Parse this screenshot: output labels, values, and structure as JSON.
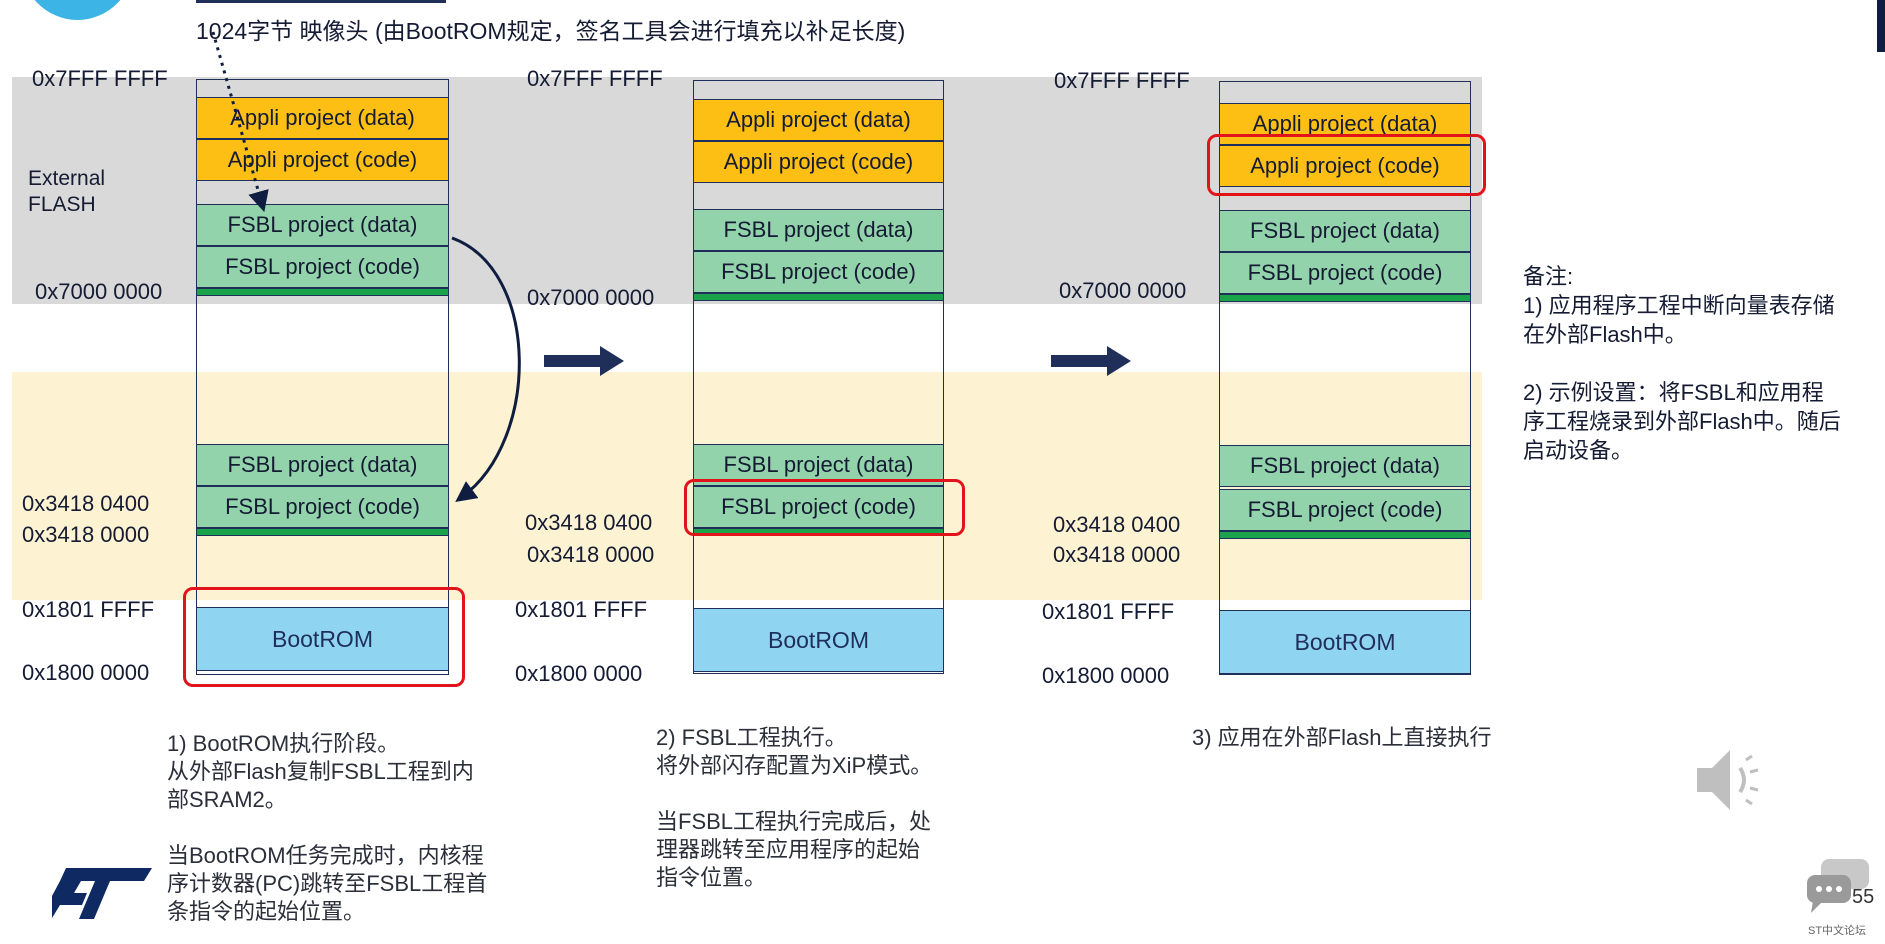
{
  "header": {
    "title": "1024字节 映像头 (由BootROM规定，签名工具会进行填充以补足长度)"
  },
  "region_labels": {
    "external_flash": "External\nFLASH"
  },
  "columns": [
    {
      "addresses": {
        "top": "0x7FFF FFFF",
        "ext_base": "0x7000 0000",
        "ram_400": "0x3418 0400",
        "ram_000": "0x3418 0000",
        "rom_top": "0x1801 FFFF",
        "rom_base": "0x1800 0000"
      },
      "blocks": {
        "appli_data": "Appli project (data)",
        "appli_code": "Appli project (code)",
        "fsbl_data_ext": "FSBL project (data)",
        "fsbl_code_ext": "FSBL project (code)",
        "fsbl_data_ram": "FSBL project (data)",
        "fsbl_code_ram": "FSBL project (code)",
        "bootrom": "BootROM"
      },
      "caption": "1)  BootROM执行阶段。\n      从外部Flash复制FSBL工程到内\n      部SRAM2。\n\n      当BootROM任务完成时，内核程\n      序计数器(PC)跳转至FSBL工程首\n      条指令的起始位置。"
    },
    {
      "addresses": {
        "top": "0x7FFF FFFF",
        "ext_base": "0x7000 0000",
        "ram_400": "0x3418 0400",
        "ram_000": "0x3418 0000",
        "rom_top": "0x1801 FFFF",
        "rom_base": "0x1800 0000"
      },
      "blocks": {
        "appli_data": "Appli project (data)",
        "appli_code": "Appli project (code)",
        "fsbl_data_ext": "FSBL project (data)",
        "fsbl_code_ext": "FSBL project (code)",
        "fsbl_data_ram": "FSBL project (data)",
        "fsbl_code_ram": "FSBL project (code)",
        "bootrom": "BootROM"
      },
      "caption": "2) FSBL工程执行。\n    将外部闪存配置为XiP模式。\n\n    当FSBL工程执行完成后，处\n    理器跳转至应用程序的起始\n    指令位置。"
    },
    {
      "addresses": {
        "top": "0x7FFF FFFF",
        "ext_base": "0x7000 0000",
        "ram_400": "0x3418 0400",
        "ram_000": "0x3418 0000",
        "rom_top": "0x1801 FFFF",
        "rom_base": "0x1800 0000"
      },
      "blocks": {
        "appli_data": "Appli project (data)",
        "appli_code": "Appli project (code)",
        "fsbl_data_ext": "FSBL project (data)",
        "fsbl_code_ext": "FSBL project (code)",
        "fsbl_data_ram": "FSBL project (data)",
        "fsbl_code_ram": "FSBL project (code)",
        "bootrom": "BootROM"
      },
      "caption": "3) 应用在外部Flash上直接执行"
    }
  ],
  "notes": "备注:\n1) 应用程序工程中断向量表存储\n在外部Flash中。\n\n2) 示例设置：将FSBL和应用程\n序工程烧录到外部Flash中。随后\n启动设备。",
  "footer": {
    "page_number": "55",
    "forum_label": "ST中文论坛",
    "logo_text": "ST"
  },
  "colors": {
    "appli": "#fdbf14",
    "fsbl": "#93d3ab",
    "bootrom": "#8fd4f0",
    "highlight": "#e1131b",
    "external_band": "#d9d9d9",
    "ram_band": "#fdf3d3",
    "navy": "#1f2f5a"
  }
}
